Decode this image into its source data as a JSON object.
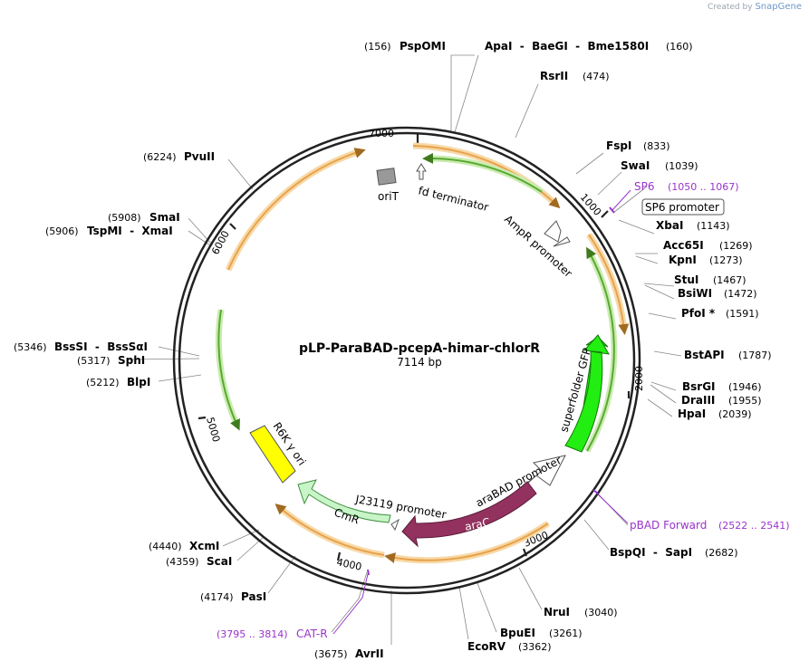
{
  "credit": {
    "prefix": "Created by",
    "brand": "SnapGene"
  },
  "plasmid": {
    "name": "pLP-ParaBAD-pcepA-himar-chlorR",
    "length_label": "7114 bp"
  },
  "ticks": [
    "1000",
    "2000",
    "3000",
    "4000",
    "5000",
    "6000",
    "7000"
  ],
  "sites": {
    "pspomi": {
      "name": "PspOMI",
      "pos": "(156)"
    },
    "apai": {
      "name": "ApaI  -  BaeGI  -  Bme1580I",
      "pos": "(160)"
    },
    "rsrii": {
      "name": "RsrII",
      "pos": "(474)"
    },
    "fspi": {
      "name": "FspI",
      "pos": "(833)"
    },
    "swai": {
      "name": "SwaI",
      "pos": "(1039)"
    },
    "xbai": {
      "name": "XbaI",
      "pos": "(1143)"
    },
    "acc65i": {
      "name": "Acc65I",
      "pos": "(1269)"
    },
    "kpni": {
      "name": "KpnI",
      "pos": "(1273)"
    },
    "stui": {
      "name": "StuI",
      "pos": "(1467)"
    },
    "bsiwi": {
      "name": "BsiWI",
      "pos": "(1472)"
    },
    "pfoi": {
      "name": "PfoI *",
      "pos": "(1591)"
    },
    "bstapi": {
      "name": "BstAPI",
      "pos": "(1787)"
    },
    "bsrgi": {
      "name": "BsrGI",
      "pos": "(1946)"
    },
    "draiii": {
      "name": "DraIII",
      "pos": "(1955)"
    },
    "hpai": {
      "name": "HpaI",
      "pos": "(2039)"
    },
    "bspqi": {
      "name": "BspQI  -  SapI",
      "pos": "(2682)"
    },
    "nrui": {
      "name": "NruI",
      "pos": "(3040)"
    },
    "bpuei": {
      "name": "BpuEI",
      "pos": "(3261)"
    },
    "ecorv": {
      "name": "EcoRV",
      "pos": "(3362)"
    },
    "avrii": {
      "name": "AvrII",
      "pos": "(3675)"
    },
    "pasi": {
      "name": "PasI",
      "pos": "(4174)"
    },
    "scai": {
      "name": "ScaI",
      "pos": "(4359)"
    },
    "xcmi": {
      "name": "XcmI",
      "pos": "(4440)"
    },
    "blpi": {
      "name": "BlpI",
      "pos": "(5212)"
    },
    "sphi": {
      "name": "SphI",
      "pos": "(5317)"
    },
    "bssi": {
      "name": "BssSI  -  BssSαI",
      "pos": "(5346)"
    },
    "tspmi": {
      "name": "TspMI  -  XmaI",
      "pos": "(5906)"
    },
    "smai": {
      "name": "SmaI",
      "pos": "(5908)"
    },
    "pvuii": {
      "name": "PvuII",
      "pos": "(6224)"
    }
  },
  "primers": {
    "sp6": {
      "name": "SP6",
      "pos": "(1050 .. 1067)"
    },
    "pbad": {
      "name": "pBAD Forward",
      "pos": "(2522 .. 2541)"
    },
    "catr": {
      "name": "CAT-R",
      "pos": "(3795 .. 3814)"
    }
  },
  "features": {
    "orit": "oriT",
    "fd_term": "fd terminator",
    "ampr_prom": "AmpR promoter",
    "sp6_prom": "SP6 promoter",
    "sfgfp": "superfolder GFP",
    "arabad": "araBAD promoter",
    "arac": "araC",
    "j23119": "J23119 promoter",
    "cmr": "CmR",
    "r6k": "R6K γ ori"
  },
  "colors": {
    "backbone": "#222222",
    "orf_arc": "#e8a24a",
    "orf_glow": "#f7d9a8",
    "green_arc": "#5aa832",
    "green_glow": "#c9ecb0",
    "gfp": "#22ee11",
    "arac": "#93325e",
    "cmr": "#c8f5c8",
    "r6k": "#ffff00",
    "orit": "#999999",
    "primer": "#9933cc"
  }
}
